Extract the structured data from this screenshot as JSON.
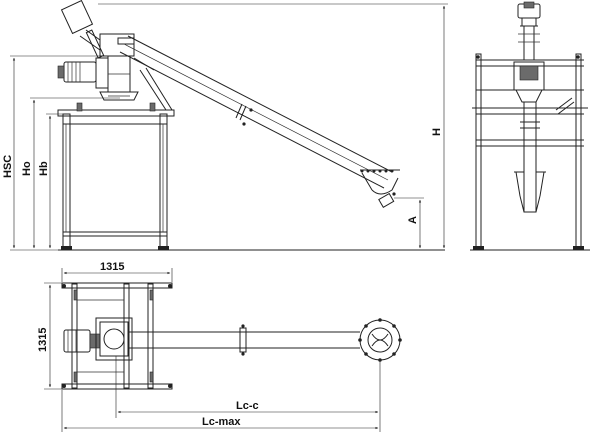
{
  "dimensions": {
    "hsc": "HSC",
    "ho": "Ho",
    "hb": "Hb",
    "h": "H",
    "a": "A",
    "width_top": "1315",
    "width_side": "1315",
    "lc_c": "Lc-c",
    "lc_max": "Lc-max"
  }
}
